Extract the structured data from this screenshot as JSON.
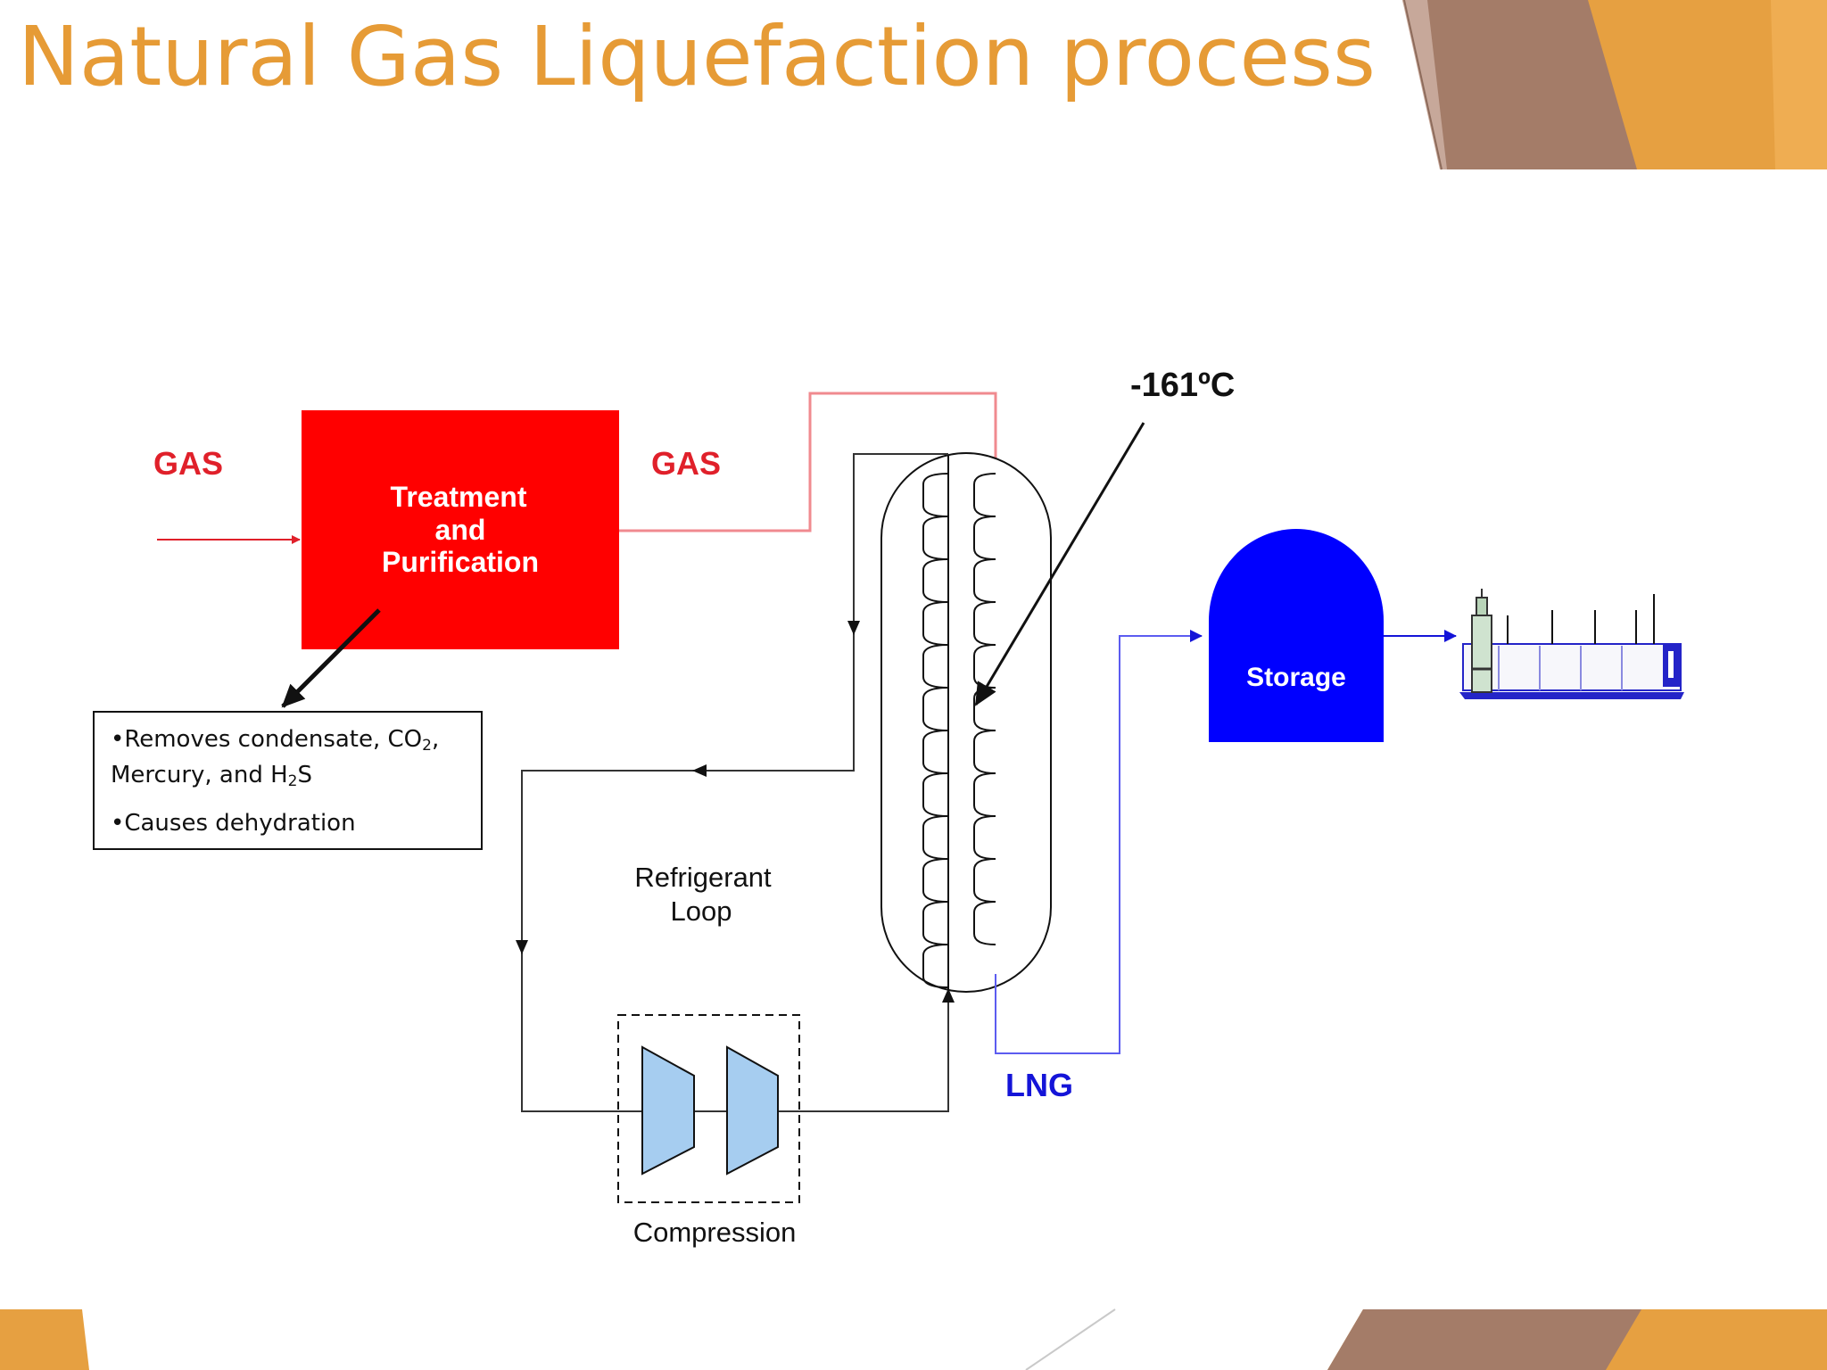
{
  "title": "Natural Gas Liquefaction process",
  "diagram": {
    "gas_in_label": "GAS",
    "gas_out_label": "GAS",
    "treatment_lines": [
      "Treatment",
      "and",
      "Purification"
    ],
    "temperature_label": "-161ºC",
    "storage_label": "Storage",
    "lng_label": "LNG",
    "refrigerant_lines": [
      "Refrigerant",
      "Loop"
    ],
    "compression_label": "Compression",
    "notes": {
      "line1_pre": "•Removes condensate, CO",
      "line1_sub": "2",
      "line1_post": ",",
      "line2_pre": "Mercury, and H",
      "line2_sub": "2",
      "line2_post": "S",
      "line3": "•Causes dehydration"
    }
  },
  "colors": {
    "title": "#e69b36",
    "gas_stream": "#e0202a",
    "treatment_box": "#ff0000",
    "lng_stream": "#1414d8",
    "storage_tank": "#0000ff",
    "compressor": "#a6cdf0",
    "accent_orange": "#e6a041",
    "accent_brown": "#a47c68"
  }
}
